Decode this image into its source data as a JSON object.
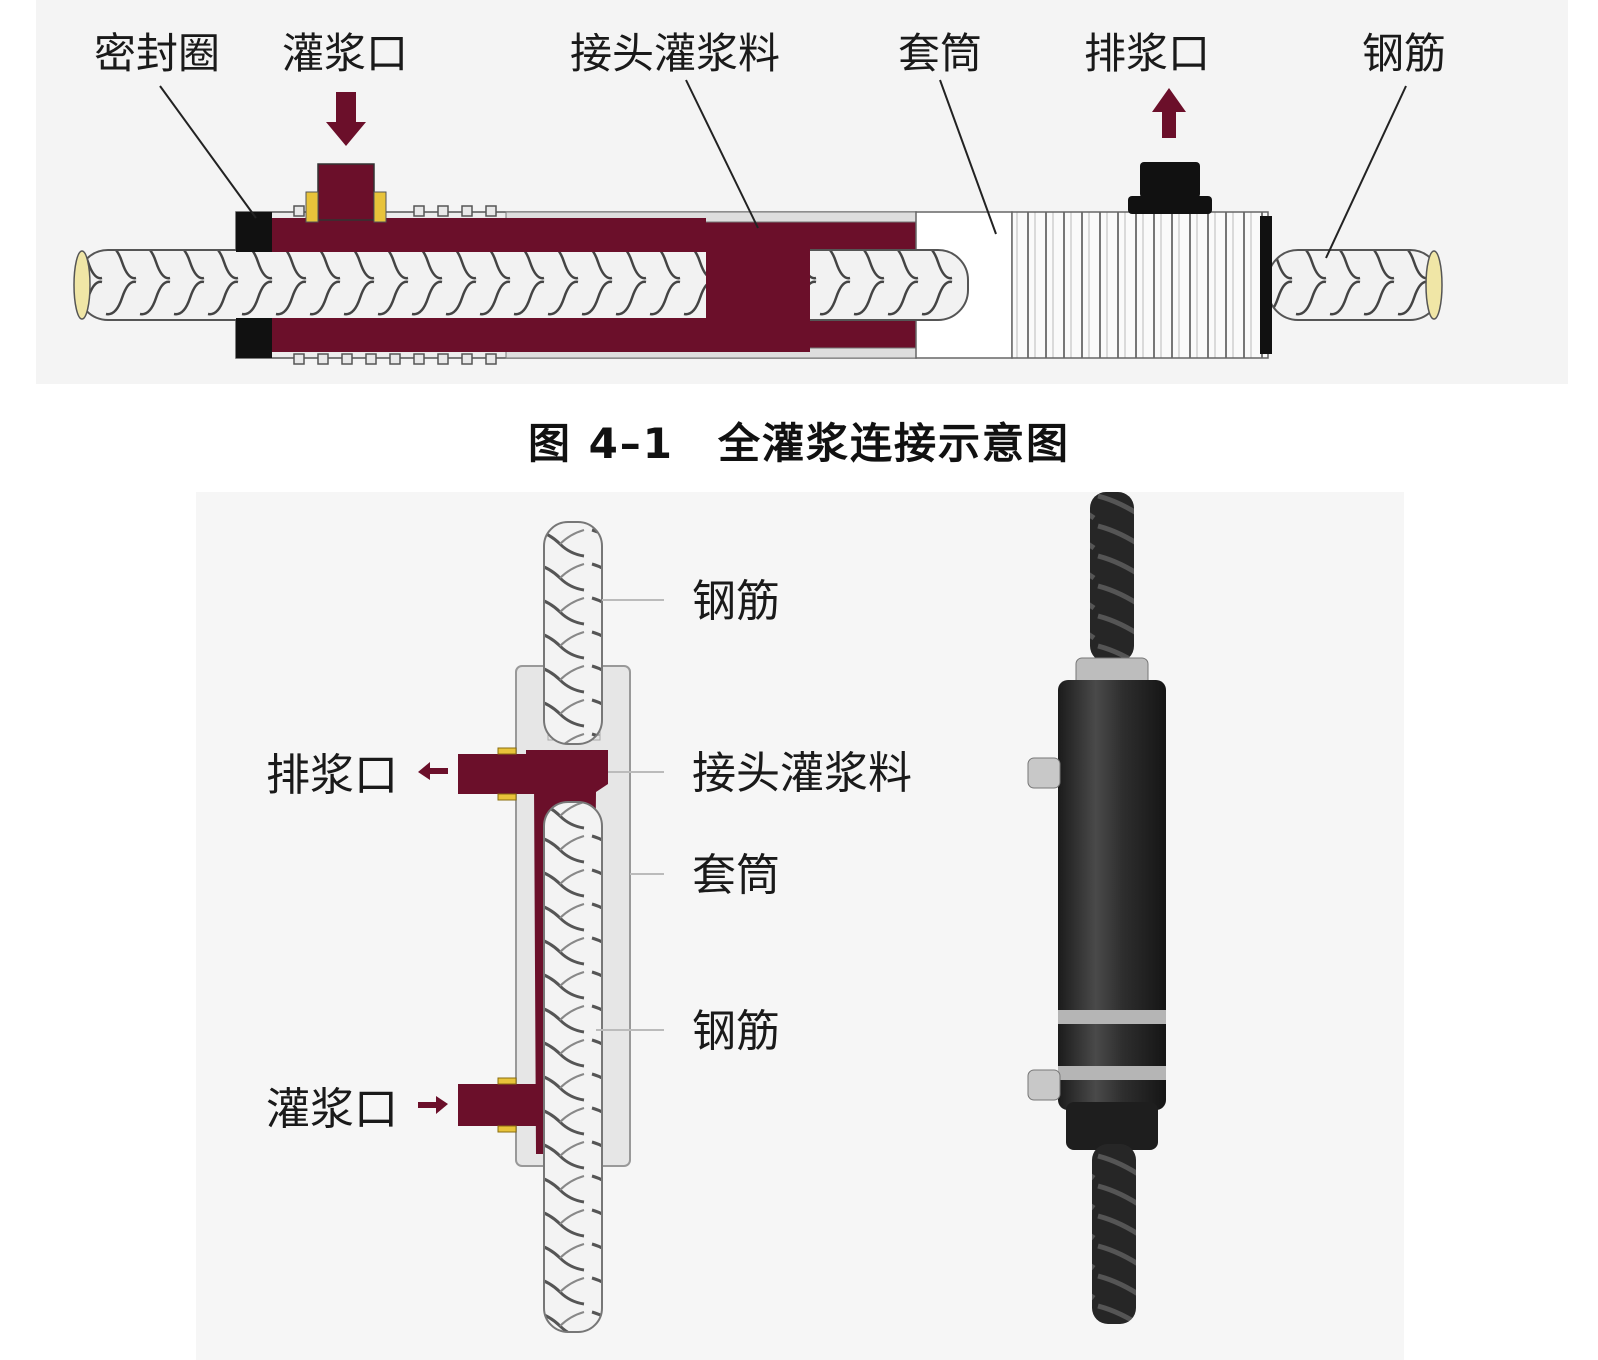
{
  "figure_top": {
    "labels": {
      "seal_ring": "密封圈",
      "grout_inlet": "灌浆口",
      "joint_grout": "接头灌浆料",
      "sleeve": "套筒",
      "grout_outlet": "排浆口",
      "rebar": "钢筋"
    }
  },
  "caption": "图 4–1　全灌浆连接示意图",
  "figure_bottom": {
    "labels": {
      "rebar_upper": "钢筋",
      "joint_grout": "接头灌浆料",
      "sleeve": "套筒",
      "rebar_lower": "钢筋",
      "grout_outlet": "排浆口",
      "grout_inlet": "灌浆口"
    }
  },
  "colors": {
    "grout": "#6b0f2a",
    "sleeve": "#e6e6e6",
    "seal": "#111111",
    "brass": "#e8c33a",
    "photo_sleeve": "#2b2b2b"
  }
}
